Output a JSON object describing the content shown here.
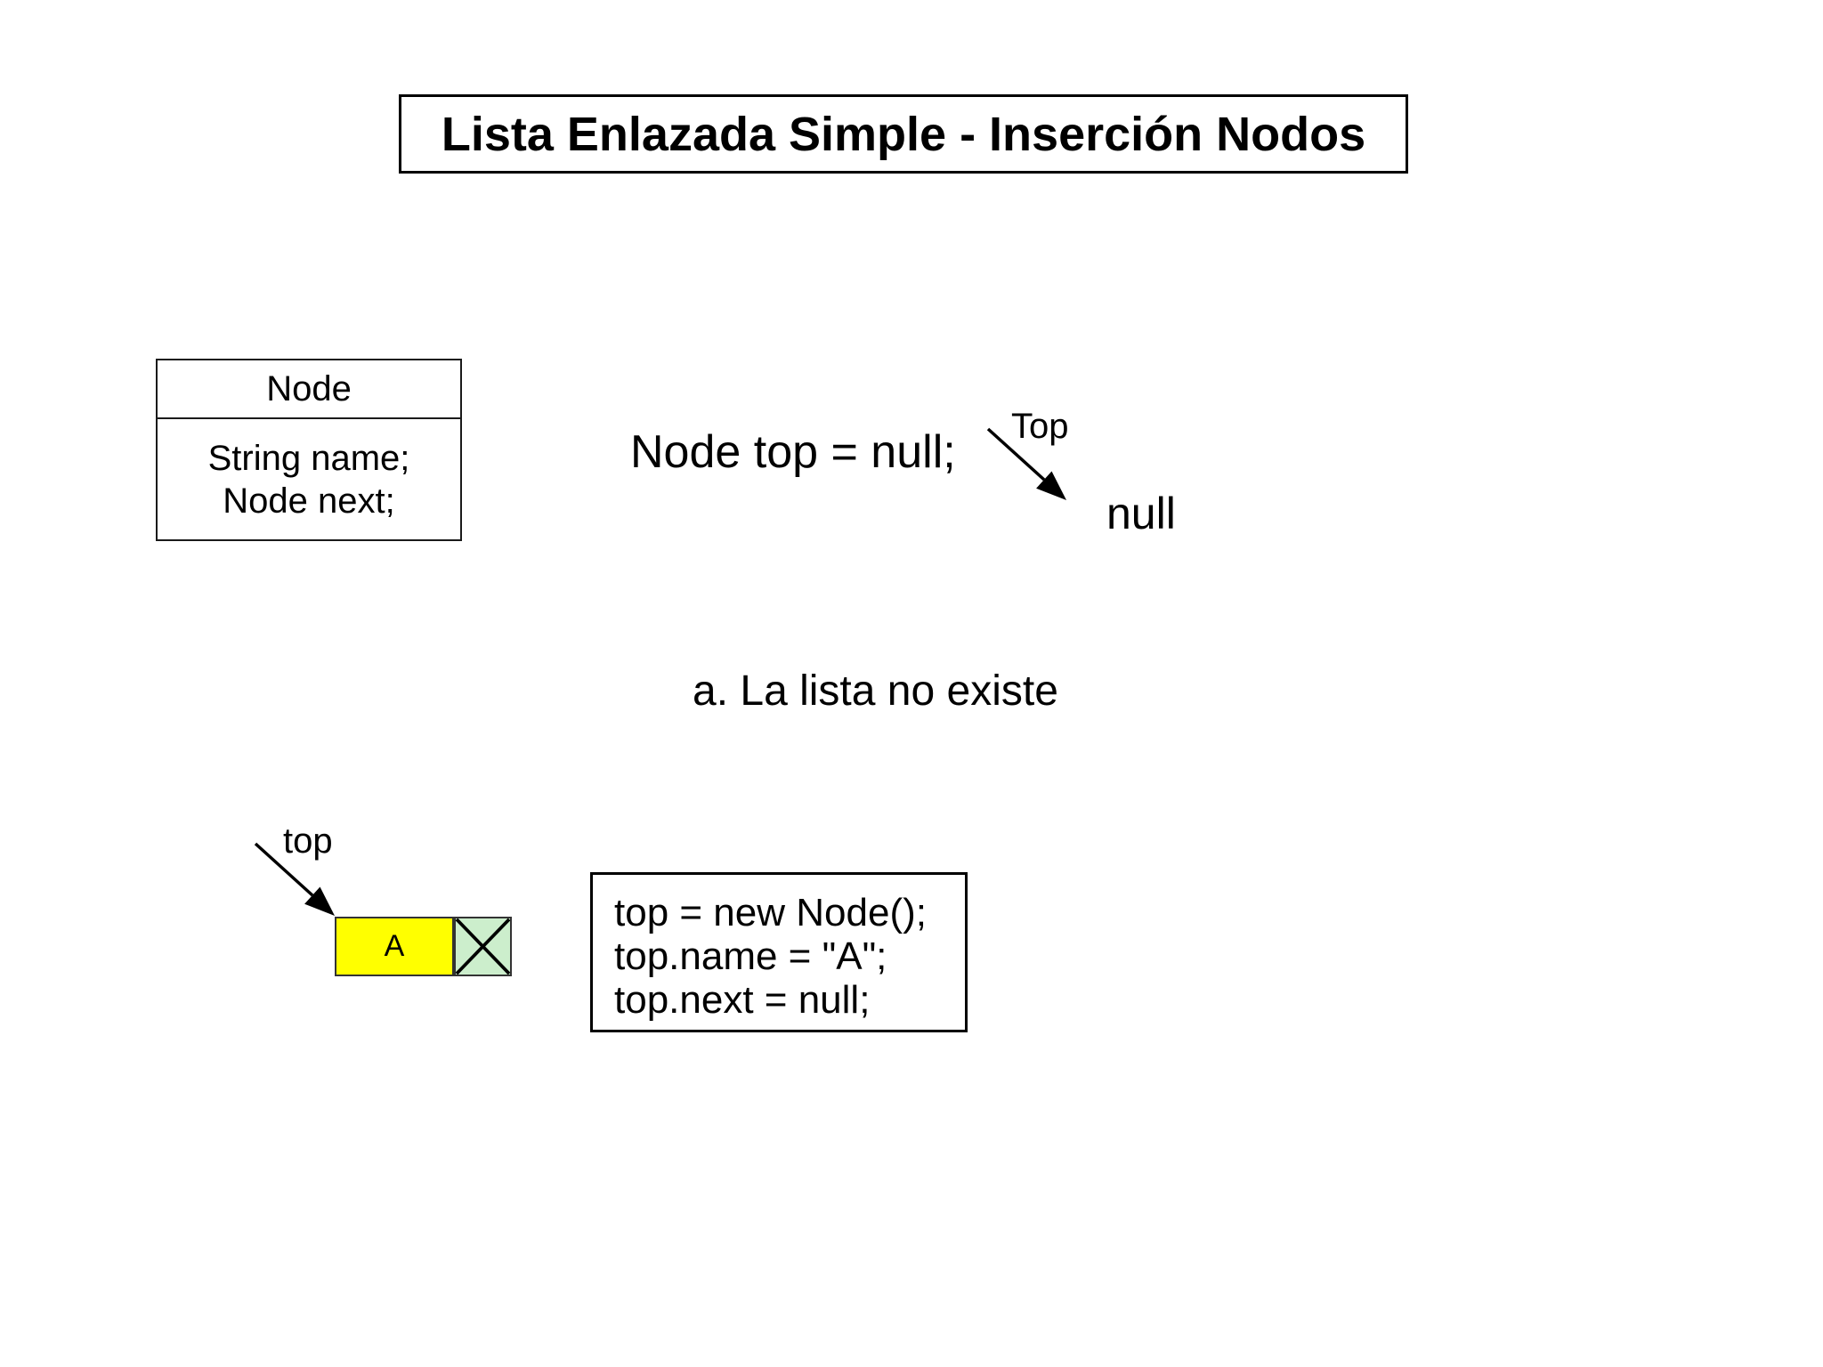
{
  "slide": {
    "title": "Lista Enlazada Simple - Inserción Nodos",
    "node_class": {
      "name": "Node",
      "fields": [
        "String name;",
        "Node next;"
      ]
    },
    "declaration": "Node top = null;",
    "top_pointer_label": "Top",
    "null_label": "null",
    "caption": "a. La lista no existe",
    "insert_step": {
      "pointer_label": "top",
      "node_value": "A",
      "code_lines": [
        "top = new Node();",
        "top.name = \"A\";",
        "top.next = null;"
      ]
    },
    "icons": {
      "next_null_marker": "x-cross-icon",
      "pointer_arrows": "diagonal-arrow"
    },
    "colors": {
      "background": "#ffffff",
      "node_fill": "#FFFF00",
      "next_fill": "#CCEECC",
      "line": "#000000"
    }
  }
}
